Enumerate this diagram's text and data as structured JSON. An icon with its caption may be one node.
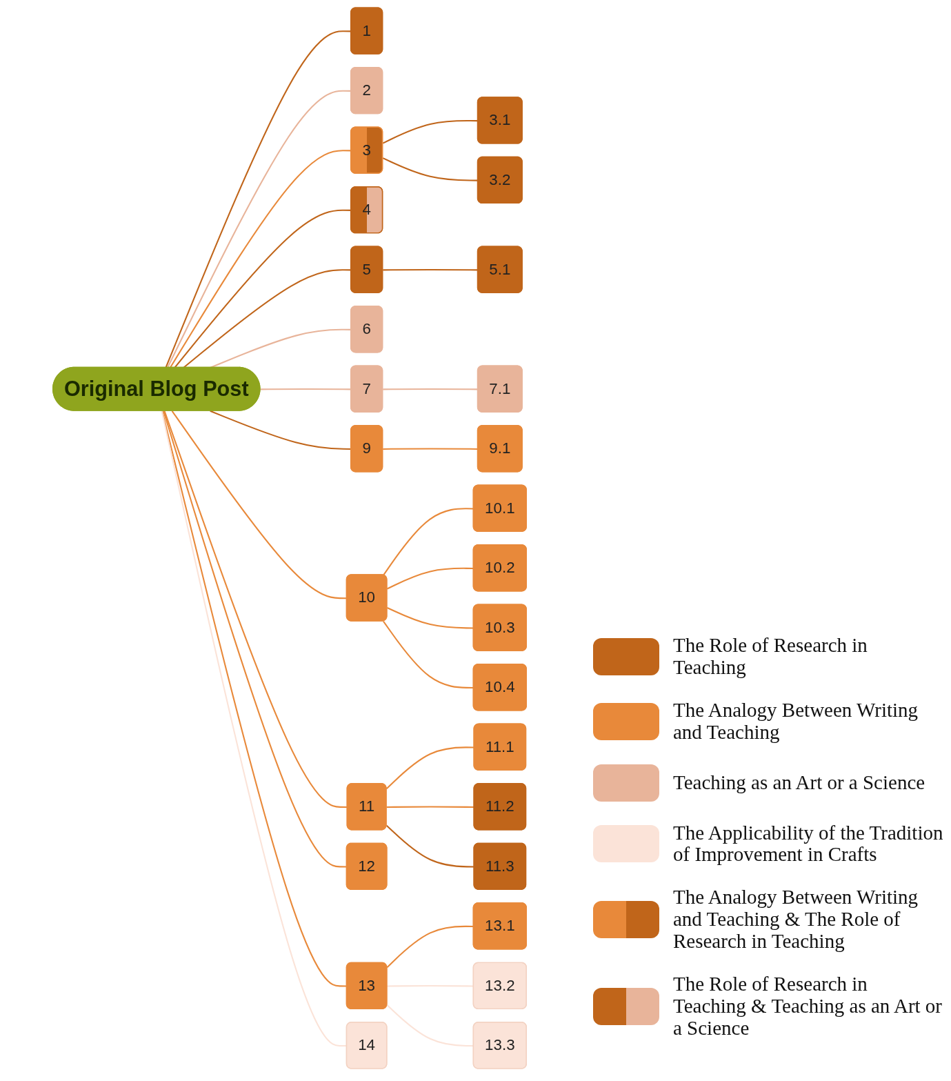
{
  "diagram": {
    "nodes": [
      {
        "text": [
          "Original Blog Post"
        ]
      },
      {
        "text": [
          "1"
        ]
      },
      {
        "text": [
          "2"
        ]
      },
      {
        "text": [
          "3"
        ]
      },
      {
        "text": [
          "3.1"
        ]
      },
      {
        "text": [
          "3.2"
        ]
      },
      {
        "text": [
          "4"
        ]
      },
      {
        "text": [
          "5"
        ]
      },
      {
        "text": [
          "5.1"
        ]
      },
      {
        "text": [
          "6"
        ]
      },
      {
        "text": [
          "7"
        ]
      },
      {
        "text": [
          "7.1"
        ]
      },
      {
        "text": [
          "9"
        ]
      },
      {
        "text": [
          "9.1"
        ]
      },
      {
        "text": [
          "10"
        ]
      },
      {
        "text": [
          "10.1"
        ]
      },
      {
        "text": [
          "10.2"
        ]
      },
      {
        "text": [
          "10.3"
        ]
      },
      {
        "text": [
          "10.4"
        ]
      },
      {
        "text": [
          "11"
        ]
      },
      {
        "text": [
          "11.1"
        ]
      },
      {
        "text": [
          "11.2"
        ]
      },
      {
        "text": [
          "11.3"
        ]
      },
      {
        "text": [
          "12"
        ]
      },
      {
        "text": [
          "13"
        ]
      },
      {
        "text": [
          "13.1"
        ]
      },
      {
        "text": [
          "13.2"
        ]
      },
      {
        "text": [
          "13.3"
        ]
      },
      {
        "text": [
          "14"
        ]
      }
    ],
    "edges": [
      {
        "from": 0,
        "to": 1,
        "arrow": "none",
        "color": "#c0651a"
      },
      {
        "from": 0,
        "to": 2,
        "arrow": "none",
        "color": "#e8b49a"
      },
      {
        "from": 0,
        "to": 3,
        "arrow": "none"
      },
      {
        "from": 3,
        "to": 4,
        "arrow": "none",
        "color": "#c0651a"
      },
      {
        "from": 3,
        "to": 5,
        "arrow": "none",
        "color": "#c0651a"
      },
      {
        "from": 0,
        "to": 6,
        "arrow": "none",
        "color": "#c0651a"
      },
      {
        "from": 0,
        "to": 7,
        "arrow": "none",
        "color": "#c0651a"
      },
      {
        "from": 7,
        "to": 8,
        "arrow": "none",
        "color": "#c0651a"
      },
      {
        "from": 0,
        "to": 9,
        "arrow": "none",
        "color": "#e8b49a"
      },
      {
        "from": 0,
        "to": 10,
        "arrow": "none",
        "color": "#e8b49a"
      },
      {
        "from": 10,
        "to": 11,
        "arrow": "none",
        "color": "#e8b49a"
      },
      {
        "from": 0,
        "to": 12,
        "arrow": "none",
        "color": "#c0651a"
      },
      {
        "from": 12,
        "to": 13,
        "arrow": "none"
      },
      {
        "from": 0,
        "to": 14,
        "arrow": "none"
      },
      {
        "from": 14,
        "to": 15,
        "arrow": "none"
      },
      {
        "from": 14,
        "to": 16,
        "arrow": "none"
      },
      {
        "from": 14,
        "to": 17,
        "arrow": "none"
      },
      {
        "from": 14,
        "to": 18,
        "arrow": "none"
      },
      {
        "from": 0,
        "to": 19,
        "arrow": "none"
      },
      {
        "from": 19,
        "to": 20,
        "arrow": "none"
      },
      {
        "from": 19,
        "to": 21,
        "arrow": "none"
      },
      {
        "from": 19,
        "to": 22,
        "arrow": "none",
        "color": "#c0651a"
      },
      {
        "from": 0,
        "to": 23,
        "arrow": "none"
      },
      {
        "from": 0,
        "to": 24,
        "arrow": "none"
      },
      {
        "from": 24,
        "to": 25,
        "arrow": "none"
      },
      {
        "from": 24,
        "to": 26,
        "arrow": "none",
        "color": "#fbe3d8"
      },
      {
        "from": 24,
        "to": 27,
        "arrow": "none",
        "color": "#fbe3d8"
      },
      {
        "from": 0,
        "to": 28,
        "arrow": "none",
        "color": "#fbe3d8"
      }
    ],
    "legend": [
      {
        "text": "The Role of Research in Teaching",
        "color": "#c0651a"
      },
      {
        "text": "The Analogy Between Writing and Teaching",
        "color": "#e8893a"
      },
      {
        "text": "Teaching as an Art or a Science",
        "color": "#e8b49a"
      },
      {
        "text": "The Applicability of the Tradition of Improvement in Crafts",
        "color": "#fbe3d8"
      },
      {
        "text": "The Analogy Between Writing and Teaching & The Role of Research in Teaching"
      },
      {
        "text": "The Role of Research in Teaching & Teaching as an Art or a Science"
      }
    ]
  }
}
